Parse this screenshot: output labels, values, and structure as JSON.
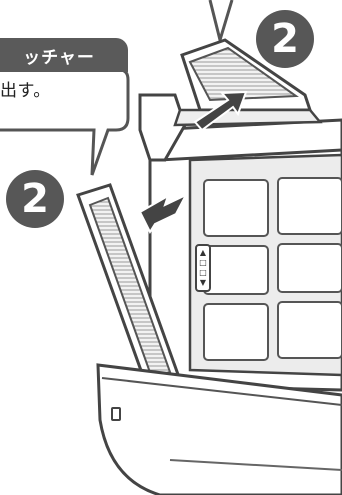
{
  "callout": {
    "title": "ッチャー",
    "body": "出す。"
  },
  "steps": {
    "top_badge": "2",
    "left_badge": "2"
  },
  "filter_side_panel": {
    "symbols": [
      "▲",
      "□",
      "□",
      "▼"
    ]
  }
}
